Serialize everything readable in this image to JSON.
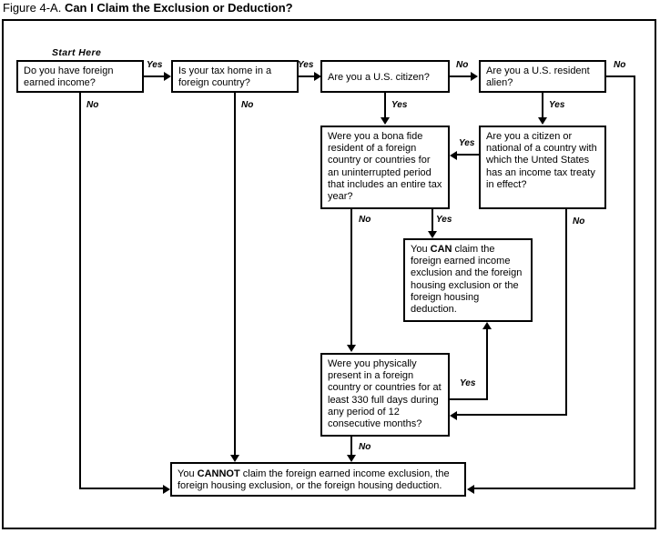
{
  "figure": {
    "label": "Figure 4-A.",
    "name": "Can I Claim the Exclusion or Deduction?"
  },
  "start_marker": "Start Here",
  "nodes": {
    "foreign_earned_income": "Do you have foreign earned income?",
    "tax_home": "Is your tax home in a foreign country?",
    "us_citizen": "Are you a U.S. citizen?",
    "us_resident_alien": "Are you a U.S. resident alien?",
    "bona_fide": "Were you a bona fide resident of a foreign country or countries for an uninterrupted period that includes an entire tax year?",
    "treaty_country": "Are you a citizen or national of a country with which the Unted States has an income tax treaty in effect?",
    "can_claim": {
      "prefix": "You ",
      "emphasis": "CAN",
      "suffix": " claim the foreign earned income exclusion and the foreign housing exclusion or the foreign housing deduction."
    },
    "physical_presence": "Were you physically present in a foreign country or countries for at least 330 full days during any period of 12 consecutive months?",
    "cannot_claim": {
      "prefix": "You ",
      "emphasis": "CANNOT",
      "suffix": " claim the foreign earned income exclusion, the foreign housing exclusion, or the foreign housing deduction."
    }
  },
  "edges": {
    "income_yes": "Yes",
    "income_no": "No",
    "taxhome_yes": "Yes",
    "taxhome_no": "No",
    "citizen_no": "No",
    "citizen_yes": "Yes",
    "alien_no": "No",
    "alien_yes": "Yes",
    "treaty_yes": "Yes",
    "treaty_no": "No",
    "bonafide_no": "No",
    "bonafide_yes": "Yes",
    "presence_yes": "Yes",
    "presence_no": "No"
  },
  "colors": {
    "ink": "#000000",
    "paper": "#ffffff"
  }
}
